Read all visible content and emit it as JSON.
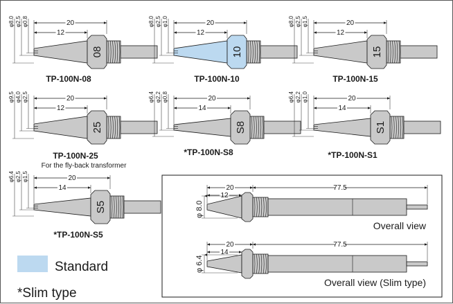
{
  "nozzles": [
    {
      "id": "tp-100n-08",
      "code": "08",
      "caption": "TP-100N-08",
      "phi_outer": "φ8.0",
      "phi_mid": "φ2.5",
      "phi_inner": "φ0.8",
      "len_total": "20",
      "len_tip": "12",
      "standard": false,
      "slim": false
    },
    {
      "id": "tp-100n-10",
      "code": "10",
      "caption": "TP-100N-10",
      "phi_outer": "φ8.0",
      "phi_mid": "φ2.5",
      "phi_inner": "φ1.0",
      "len_total": "20",
      "len_tip": "12",
      "standard": true,
      "slim": false
    },
    {
      "id": "tp-100n-15",
      "code": "15",
      "caption": "TP-100N-15",
      "phi_outer": "φ8.0",
      "phi_mid": "φ2.5",
      "phi_inner": "φ1.5",
      "len_total": "20",
      "len_tip": "12",
      "standard": false,
      "slim": false
    },
    {
      "id": "tp-100n-25",
      "code": "25",
      "caption": "TP-100N-25",
      "note": "For the fly-back transformer",
      "phi_outer": "φ9.5",
      "phi_mid": "φ4.0",
      "phi_inner": "φ2.5",
      "len_total": "20",
      "len_tip": "12",
      "standard": false,
      "slim": false
    },
    {
      "id": "tp-100n-s8",
      "code": "S8",
      "caption": "*TP-100N-S8",
      "phi_outer": "φ6.4",
      "phi_mid": "φ2.2",
      "phi_inner": "φ0.8",
      "len_total": "20",
      "len_tip": "14",
      "standard": false,
      "slim": true
    },
    {
      "id": "tp-100n-s1",
      "code": "S1",
      "caption": "*TP-100N-S1",
      "phi_outer": "φ6.4",
      "phi_mid": "φ2.2",
      "phi_inner": "φ1.0",
      "len_total": "20",
      "len_tip": "14",
      "standard": false,
      "slim": true
    },
    {
      "id": "tp-100n-s5",
      "code": "S5",
      "caption": "*TP-100N-S5",
      "phi_outer": "φ6.4",
      "phi_mid": "φ2.5",
      "phi_inner": "φ1.5",
      "len_total": "20",
      "len_tip": "14",
      "standard": false,
      "slim": true
    }
  ],
  "overall": [
    {
      "id": "overall-view",
      "label": "Overall view",
      "len_total": "20",
      "len_tip": "12",
      "len_body": "77.5",
      "phi": "φ 8.0"
    },
    {
      "id": "overall-view-slim",
      "label": "Overall view (Slim type)",
      "len_total": "20",
      "len_tip": "14",
      "len_body": "77.5",
      "phi": "φ 6.4"
    }
  ],
  "legend": {
    "standard_label": "Standard",
    "slim_label": "*Slim type"
  },
  "colors": {
    "standard_fill": "#bcd9f0",
    "nozzle_fill": "#c9c9c9",
    "line": "#1a1a1a"
  }
}
